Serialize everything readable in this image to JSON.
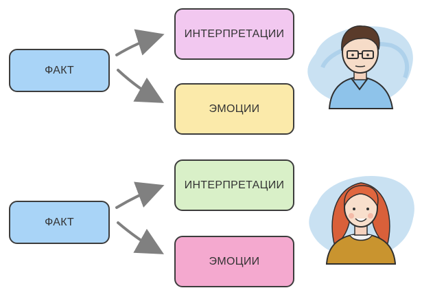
{
  "scenario_1": {
    "fact_label": "ФАКТ",
    "interpretation_label": "ИНТЕРПРЕТАЦИИ",
    "emotion_label": "ЭМОЦИИ",
    "colors": {
      "fact": "#a9d4f7",
      "interpretation": "#f2c8f0",
      "emotion": "#fbeaaa"
    },
    "avatar_icon": "man-with-glasses-icon"
  },
  "scenario_2": {
    "fact_label": "ФАКТ",
    "interpretation_label": "ИНТЕРПРЕТАЦИИ",
    "emotion_label": "ЭМОЦИИ",
    "colors": {
      "fact": "#a9d4f7",
      "interpretation": "#d9f0c8",
      "emotion": "#f4a9cf"
    },
    "avatar_icon": "woman-red-hair-icon"
  },
  "arrow_color": "#808080"
}
